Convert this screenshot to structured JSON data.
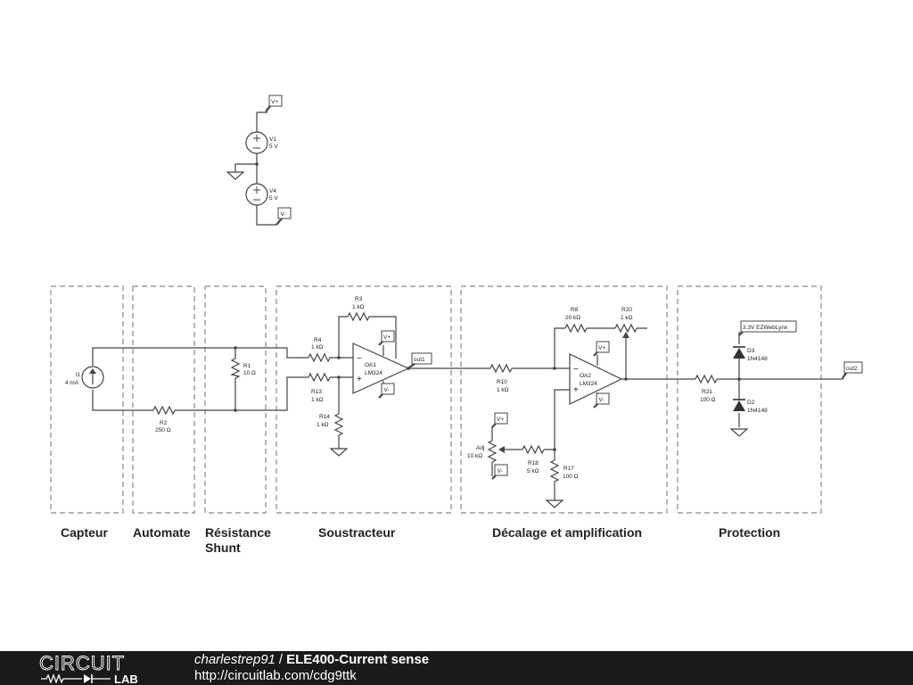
{
  "supply": {
    "vplus": "V+",
    "vminus": "V-",
    "v1_name": "V1",
    "v1_value": "5 V",
    "v4_name": "V4",
    "v4_value": "5 V"
  },
  "parts": {
    "i1_name": "I1",
    "i1_value": "4 mA",
    "r1_name": "R1",
    "r1_value": "10 Ω",
    "r2_name": "R2",
    "r2_value": "250 Ω",
    "r3_name": "R3",
    "r3_value": "1 kΩ",
    "r4_name": "R4",
    "r4_value": "1 kΩ",
    "r13_name": "R13",
    "r13_value": "1 kΩ",
    "r14_name": "R14",
    "r14_value": "1 kΩ",
    "oa1_name": "OA1",
    "oa1_model": "LM324",
    "oa1_vplus": "V+",
    "oa1_vminus": "V-",
    "out1": "out1",
    "r8_name": "R8",
    "r8_value": "20 kΩ",
    "r20_name": "R20",
    "r20_value": "1 kΩ",
    "r10_name": "R10",
    "r10_value": "1 kΩ",
    "oa2_name": "OA2",
    "oa2_model": "LM324",
    "oa2_vplus": "V+",
    "oa2_vminus": "V-",
    "adj_name": "Adj",
    "adj_value": "10 kΩ",
    "adj_vplus": "V+",
    "adj_vminus": "V-",
    "r18_name": "R18",
    "r18_value": "5 kΩ",
    "r17_name": "R17",
    "r17_value": "100 Ω",
    "r21_name": "R21",
    "r21_value": "100 Ω",
    "ezweb": "3.3V EZWebLynx",
    "d3_name": "D3",
    "d3_model": "1N4148",
    "d2_name": "D2",
    "d2_model": "1N4148",
    "out2": "out2"
  },
  "sections": {
    "capteur": "Capteur",
    "automate": "Automate",
    "shunt_line1": "Résistance",
    "shunt_line2": "Shunt",
    "soustracteur": "Soustracteur",
    "decalage": "Décalage et amplification",
    "protection": "Protection"
  },
  "footer": {
    "user": "charlestrep91",
    "separator": "/",
    "title": "ELE400-Current sense",
    "url": "http://circuitlab.com/cdg9ttk",
    "logo_top": "CIRCUIT",
    "logo_bottom": "LAB"
  }
}
